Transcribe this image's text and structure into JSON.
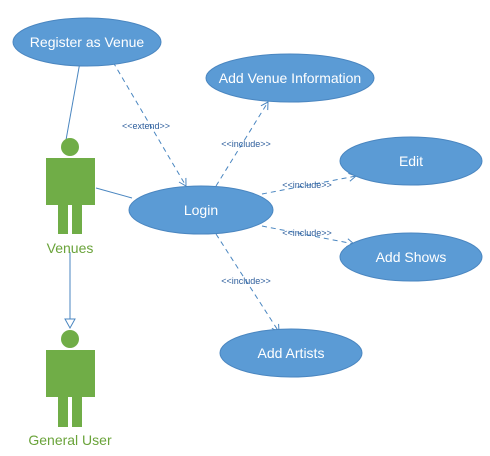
{
  "diagram": {
    "use_cases": [
      {
        "id": "register",
        "label": "Register as Venue"
      },
      {
        "id": "addinfo",
        "label": "Add Venue Information"
      },
      {
        "id": "login",
        "label": "Login"
      },
      {
        "id": "edit",
        "label": "Edit"
      },
      {
        "id": "addshows",
        "label": "Add Shows"
      },
      {
        "id": "addartists",
        "label": "Add Artists"
      }
    ],
    "actors": [
      {
        "id": "venues",
        "label": "Venues"
      },
      {
        "id": "general",
        "label": "General User"
      }
    ],
    "relations": [
      {
        "label": "<<extend>>"
      },
      {
        "label": "<<include>>"
      },
      {
        "label": "<<include>>"
      },
      {
        "label": "<<include>>"
      },
      {
        "label": "<<include>>"
      }
    ],
    "colors": {
      "use_case_fill": "#5b9bd5",
      "use_case_stroke": "#4a86c0",
      "actor_fill": "#70ad47",
      "line": "#4a86c0"
    }
  }
}
